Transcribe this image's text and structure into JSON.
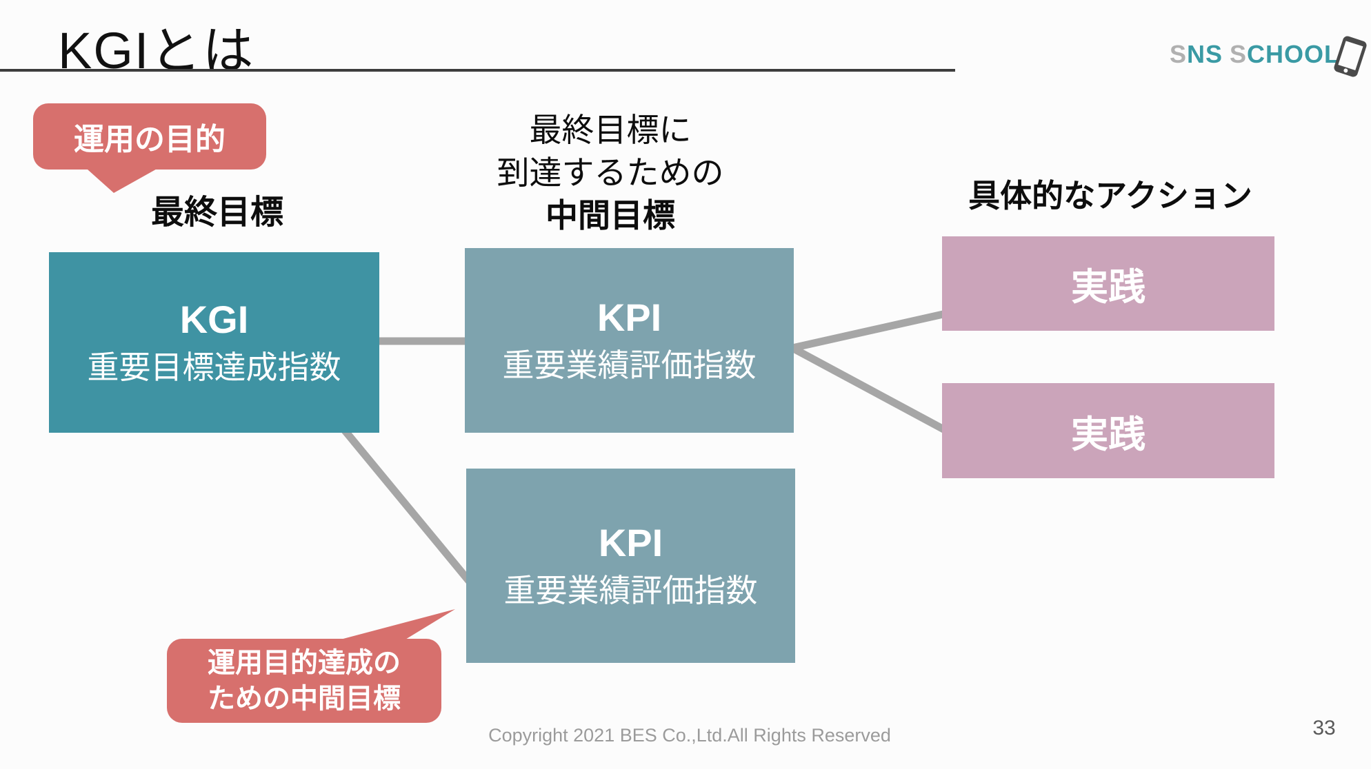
{
  "page": {
    "title": "KGIとは",
    "page_number": "33",
    "copyright": "Copyright 2021 BES Co.,Ltd.All Rights Reserved"
  },
  "logo": {
    "sns_gray": "S",
    "sns_teal": "NS",
    "school_gray": "S",
    "school_teal": "CHOOL",
    "icon": "smartphone-icon"
  },
  "callouts": {
    "top": {
      "text": "運用の目的"
    },
    "bottom": {
      "line1": "運用目的達成の",
      "line2": "ための中間目標"
    }
  },
  "column_labels": {
    "left": "最終目標",
    "middle_line1": "最終目標に",
    "middle_line2": "到達するための",
    "middle_line3": "中間目標",
    "right": "具体的なアクション"
  },
  "boxes": {
    "kgi": {
      "acronym": "KGI",
      "description": "重要目標達成指数"
    },
    "kpi1": {
      "acronym": "KPI",
      "description": "重要業績評価指数"
    },
    "kpi2": {
      "acronym": "KPI",
      "description": "重要業績評価指数"
    },
    "action1": {
      "label": "実践"
    },
    "action2": {
      "label": "実践"
    }
  },
  "colors": {
    "kgi_teal": "#3f93a3",
    "kpi_slate": "#7ea3ae",
    "action_pink": "#cba4ba",
    "callout_red": "#d7706d",
    "connector_gray": "#a6a6a6",
    "logo_teal": "#3a9aa4",
    "logo_gray": "#b0b0b0",
    "underline_dark": "#3d3d3d"
  }
}
